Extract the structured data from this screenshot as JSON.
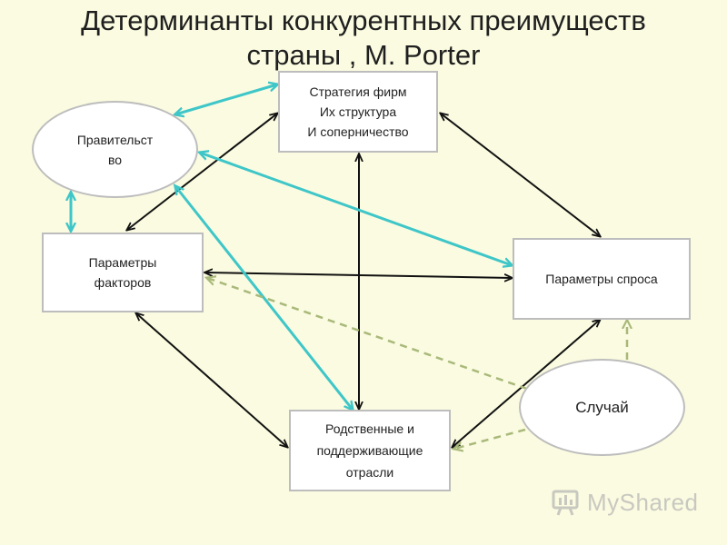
{
  "title": {
    "line1": "Детерминанты конкурентных преимуществ",
    "line2": "страны , M. Porter"
  },
  "nodes": {
    "strategy": [
      "Стратегия фирм",
      "Их структура",
      "И соперничество"
    ],
    "government": [
      "Правительст",
      "во"
    ],
    "factors": [
      "Параметры",
      "факторов"
    ],
    "demand": "Параметры спроса",
    "related": [
      "Родственные и",
      "поддерживающие",
      "отрасли"
    ],
    "chance": "Случай"
  },
  "watermark": "MyShared",
  "colors": {
    "background": "#fbfbe1",
    "black_arrow": "#111111",
    "teal_arrow": "#3ec6c8",
    "dashed_green": "#a9b97a",
    "node_border": "#bdbdbd"
  }
}
